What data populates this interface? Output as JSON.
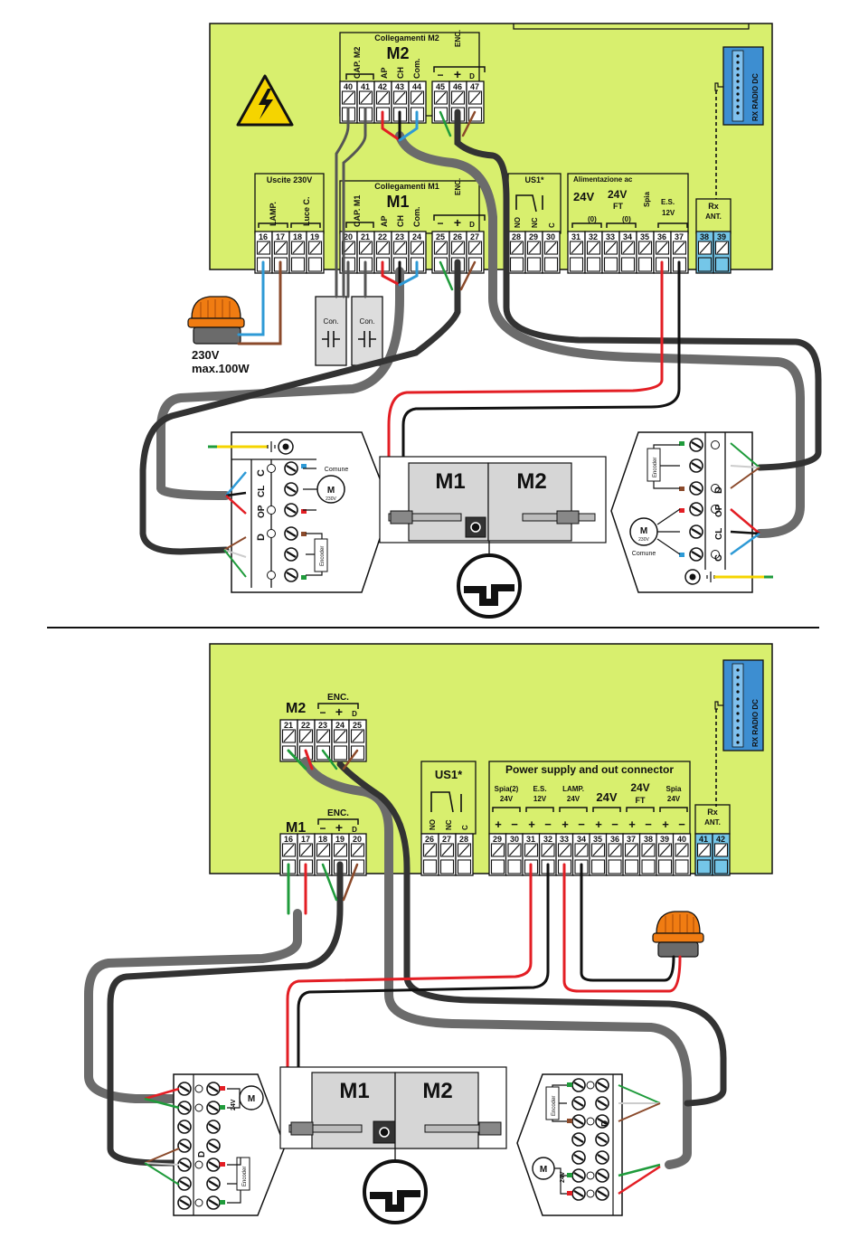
{
  "top": {
    "m2_group": {
      "title": "Collegamenti M2",
      "big": "M2",
      "labels": [
        "CAP. M2",
        "AP",
        "CH",
        "Com."
      ],
      "terminals": [
        "40",
        "41",
        "42",
        "43",
        "44"
      ],
      "enc_title": "ENC.",
      "enc_signs": [
        "−",
        "+",
        "D"
      ],
      "enc_terminals": [
        "45",
        "46",
        "47"
      ]
    },
    "m1_group": {
      "title": "Collegamenti M1",
      "big": "M1",
      "labels": [
        "CAP. M1",
        "AP",
        "CH",
        "Com."
      ],
      "terminals": [
        "20",
        "21",
        "22",
        "23",
        "24"
      ],
      "enc_title": "ENC.",
      "enc_signs": [
        "−",
        "+",
        "D"
      ],
      "enc_terminals": [
        "25",
        "26",
        "27"
      ]
    },
    "uscite": {
      "title": "Uscite 230V",
      "labels": [
        "LAMP.",
        "Luce C."
      ],
      "terminals": [
        "16",
        "17",
        "18",
        "19"
      ]
    },
    "us1": {
      "title": "US1*",
      "labels": [
        "NO",
        "NC",
        "C"
      ],
      "terminals": [
        "28",
        "29",
        "30"
      ]
    },
    "alim": {
      "title": "Alimentazione ac",
      "labels": [
        "24V",
        "(0)",
        "24V",
        "FT",
        "(0)",
        "Spia",
        "E.S.",
        "12V"
      ],
      "terminals": [
        "31",
        "32",
        "33",
        "34",
        "35",
        "36",
        "37"
      ]
    },
    "rx": {
      "title": "Rx",
      "title2": "ANT.",
      "terminals": [
        "38",
        "39"
      ],
      "radio_label": "RX RADIO DC"
    },
    "lamp_label1": "230V",
    "lamp_label2": "max.100W",
    "capacitor_label": "Con.",
    "motor_left": {
      "labels": [
        "C",
        "CL",
        "OP",
        "D"
      ],
      "motor": "M",
      "motor_v": "230V",
      "comune": "Comune",
      "encoder": "Encoder"
    },
    "motor_right": {
      "labels": [
        "D",
        "OP",
        "CL",
        "C"
      ],
      "motor": "M",
      "motor_v": "230V",
      "comune": "Comune",
      "encoder": "Encoder"
    },
    "gate_m1": "M1",
    "gate_m2": "M2"
  },
  "bottom": {
    "m2": {
      "big": "M2",
      "enc_title": "ENC.",
      "enc_signs": [
        "−",
        "+",
        "D"
      ],
      "terminals": [
        "21",
        "22",
        "23",
        "24",
        "25"
      ]
    },
    "m1": {
      "big": "M1",
      "enc_title": "ENC.",
      "enc_signs": [
        "−",
        "+",
        "D"
      ],
      "terminals": [
        "16",
        "17",
        "18",
        "19",
        "20"
      ]
    },
    "us1": {
      "title": "US1*",
      "labels": [
        "NO",
        "NC",
        "C"
      ],
      "terminals": [
        "26",
        "27",
        "28"
      ]
    },
    "power": {
      "title": "Power supply and out connector",
      "labels": [
        "Spia(2)",
        "24V",
        "E.S.",
        "12V",
        "LAMP.",
        "24V",
        "24V",
        "24V",
        "FT",
        "Spia",
        "24V"
      ],
      "signs": [
        "+",
        "−",
        "+",
        "−",
        "+",
        "−",
        "+",
        "−",
        "+",
        "−",
        "+",
        "−"
      ],
      "terminals": [
        "29",
        "30",
        "31",
        "32",
        "33",
        "34",
        "35",
        "36",
        "37",
        "38",
        "39",
        "40"
      ]
    },
    "rx": {
      "title": "Rx",
      "title2": "ANT.",
      "terminals": [
        "41",
        "42"
      ],
      "radio_label": "RX RADIO DC"
    },
    "motor_left": {
      "motor": "M",
      "motor_v": "24V",
      "encoder": "Encoder",
      "d": "D"
    },
    "motor_right": {
      "motor": "M",
      "motor_v": "24V",
      "encoder": "Encoder",
      "d": "D"
    },
    "gate_m1": "M1",
    "gate_m2": "M2"
  },
  "colors": {
    "board": "#d8ef6e",
    "rx_blue": "#3d8ed1",
    "terminal_blue": "#74c6e8",
    "cable_gray": "#6b6b6b",
    "wire_red": "#e31e24",
    "wire_blue": "#2e9ad6",
    "wire_brown": "#8b4a2b",
    "wire_green": "#1f9b3b",
    "lamp_orange": "#f07c12",
    "warning_yellow": "#f5d400"
  }
}
